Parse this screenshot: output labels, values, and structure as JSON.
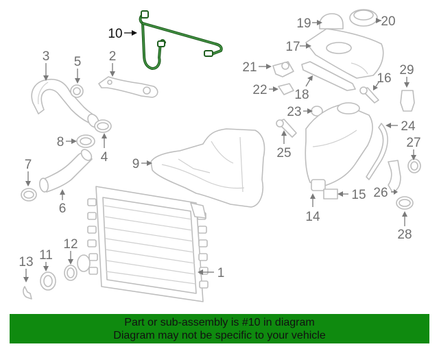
{
  "callouts": [
    {
      "n": "1",
      "highlight": false
    },
    {
      "n": "2",
      "highlight": false
    },
    {
      "n": "3",
      "highlight": false
    },
    {
      "n": "4",
      "highlight": false
    },
    {
      "n": "5",
      "highlight": false
    },
    {
      "n": "6",
      "highlight": false
    },
    {
      "n": "7",
      "highlight": false
    },
    {
      "n": "8",
      "highlight": false
    },
    {
      "n": "9",
      "highlight": false
    },
    {
      "n": "10",
      "highlight": true
    },
    {
      "n": "11",
      "highlight": false
    },
    {
      "n": "12",
      "highlight": false
    },
    {
      "n": "13",
      "highlight": false
    },
    {
      "n": "14",
      "highlight": false
    },
    {
      "n": "15",
      "highlight": false
    },
    {
      "n": "16",
      "highlight": false
    },
    {
      "n": "17",
      "highlight": false
    },
    {
      "n": "18",
      "highlight": false
    },
    {
      "n": "19",
      "highlight": false
    },
    {
      "n": "20",
      "highlight": false
    },
    {
      "n": "21",
      "highlight": false
    },
    {
      "n": "22",
      "highlight": false
    },
    {
      "n": "23",
      "highlight": false
    },
    {
      "n": "24",
      "highlight": false
    },
    {
      "n": "25",
      "highlight": false
    },
    {
      "n": "26",
      "highlight": false
    },
    {
      "n": "27",
      "highlight": false
    },
    {
      "n": "28",
      "highlight": false
    },
    {
      "n": "29",
      "highlight": false
    }
  ],
  "banner": {
    "line1": "Part or sub-assembly is #10 in diagram",
    "line2": "Diagram may not be specific to your vehicle"
  },
  "colors": {
    "banner_bg": "#0f8a0f",
    "highlight_part": "#1f5f1f",
    "part_outline": "#bdbdbd",
    "callout_text": "#707070"
  }
}
